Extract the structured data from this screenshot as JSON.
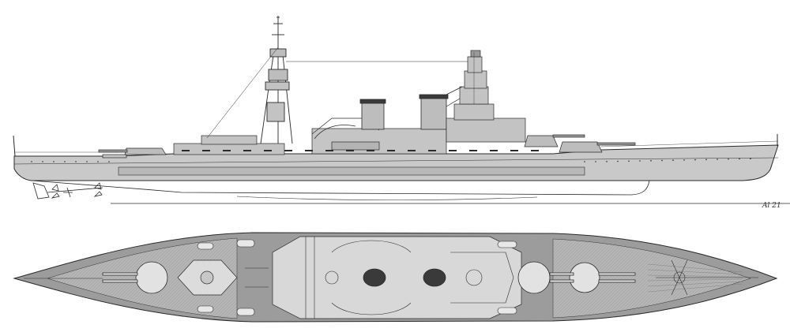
{
  "drawing": {
    "kind": "battlecruiser profile and plan view",
    "views": [
      "profile",
      "plan"
    ],
    "colors": {
      "paper": "#ffffff",
      "hull": "#c9c9c9",
      "hull_dark": "#a8a8a8",
      "deck": "#9c9c9c",
      "line": "#2a2a2a",
      "shade": "#6f6f6f",
      "funnel_cap": "#3a3a3a"
    },
    "signature": "Al 21"
  }
}
